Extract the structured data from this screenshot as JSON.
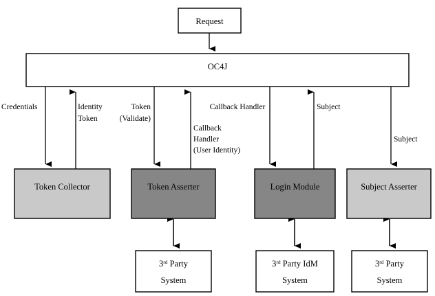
{
  "diagram": {
    "title": "OC4J authentication flow diagram",
    "colors": {
      "line": "#000000",
      "box_white": "#ffffff",
      "box_light_gray": "#c9c9c9",
      "box_dark_gray": "#868686",
      "background": "#ffffff",
      "text": "#000000"
    },
    "nodes": {
      "request": {
        "label": "Request"
      },
      "oc4j": {
        "label": "OC4J"
      },
      "token_collector": {
        "label": "Token Collector"
      },
      "token_asserter": {
        "label": "Token Asserter"
      },
      "login_module": {
        "label": "Login Module"
      },
      "subject_asserter": {
        "label": "Subject Asserter"
      },
      "third_party_system_1": {
        "line1_prefix": "3",
        "line1_sup": "rd",
        "line1_suffix": " Party",
        "line2": "System"
      },
      "third_party_idm_system": {
        "line1_prefix": "3",
        "line1_sup": "rd",
        "line1_suffix": " Party IdM",
        "line2": "System"
      },
      "third_party_system_2": {
        "line1_prefix": "3",
        "line1_sup": "rd",
        "line1_suffix": " Party",
        "line2": "System"
      }
    },
    "edge_labels": {
      "credentials": "Credentials",
      "identity_token_l1": "Identity",
      "identity_token_l2": "Token",
      "token_validate_l1": "Token",
      "token_validate_l2": "(Validate)",
      "callback_handler": "Callback Handler",
      "callback_handler_user_identity_l1": "Callback",
      "callback_handler_user_identity_l2": "Handler",
      "callback_handler_user_identity_l3": "(User Identity)",
      "subject_from_login_module": "Subject",
      "subject_to_subject_asserter": "Subject"
    }
  }
}
